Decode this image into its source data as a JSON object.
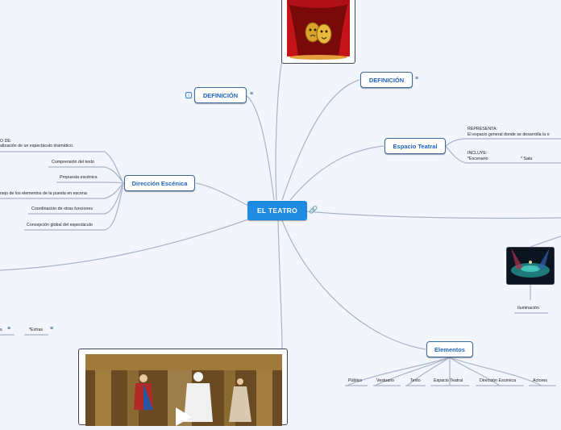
{
  "root": {
    "label": "EL TEATRO"
  },
  "nodes": {
    "definicion_left": "DEFINICIÓN",
    "definicion_right": "DEFINICIÓN",
    "espacio_teatral": "Espacio Teatral",
    "direccion_escenica": "Dirección Escénica",
    "elementos": "Elementos"
  },
  "espacio_notes": {
    "representa_head": "REPRESENTA:",
    "representa_text": "El espacio general donde se desarrolla la o",
    "incluye_head": "INCLUYE:",
    "incluye_item1": "*Escenario",
    "incluye_item2": "* Sala"
  },
  "direccion_notes": {
    "intro_line1": "O DE:",
    "intro_line2": "alización de un espectáculo dramático."
  },
  "direccion_items": [
    "Comprensión del texto",
    "Propuesta escénica",
    "nejo de los elementos de la puesta en escena",
    "Coordinación de otras funciones",
    "Concepción global del espectáculo"
  ],
  "elementos_items": [
    "Público",
    "Vestuario",
    "Texto",
    "Espacio Teatral",
    "Dirección Escénica",
    "Actores"
  ],
  "iluminacion_label": "Iluminación",
  "left_bottom": {
    "extras": "*Extras",
    "cut": "s"
  },
  "colors": {
    "root": "#1e8ae0",
    "line": "#a8b4c8",
    "node_text": "#1f63b8",
    "background": "#f2f5fb"
  }
}
